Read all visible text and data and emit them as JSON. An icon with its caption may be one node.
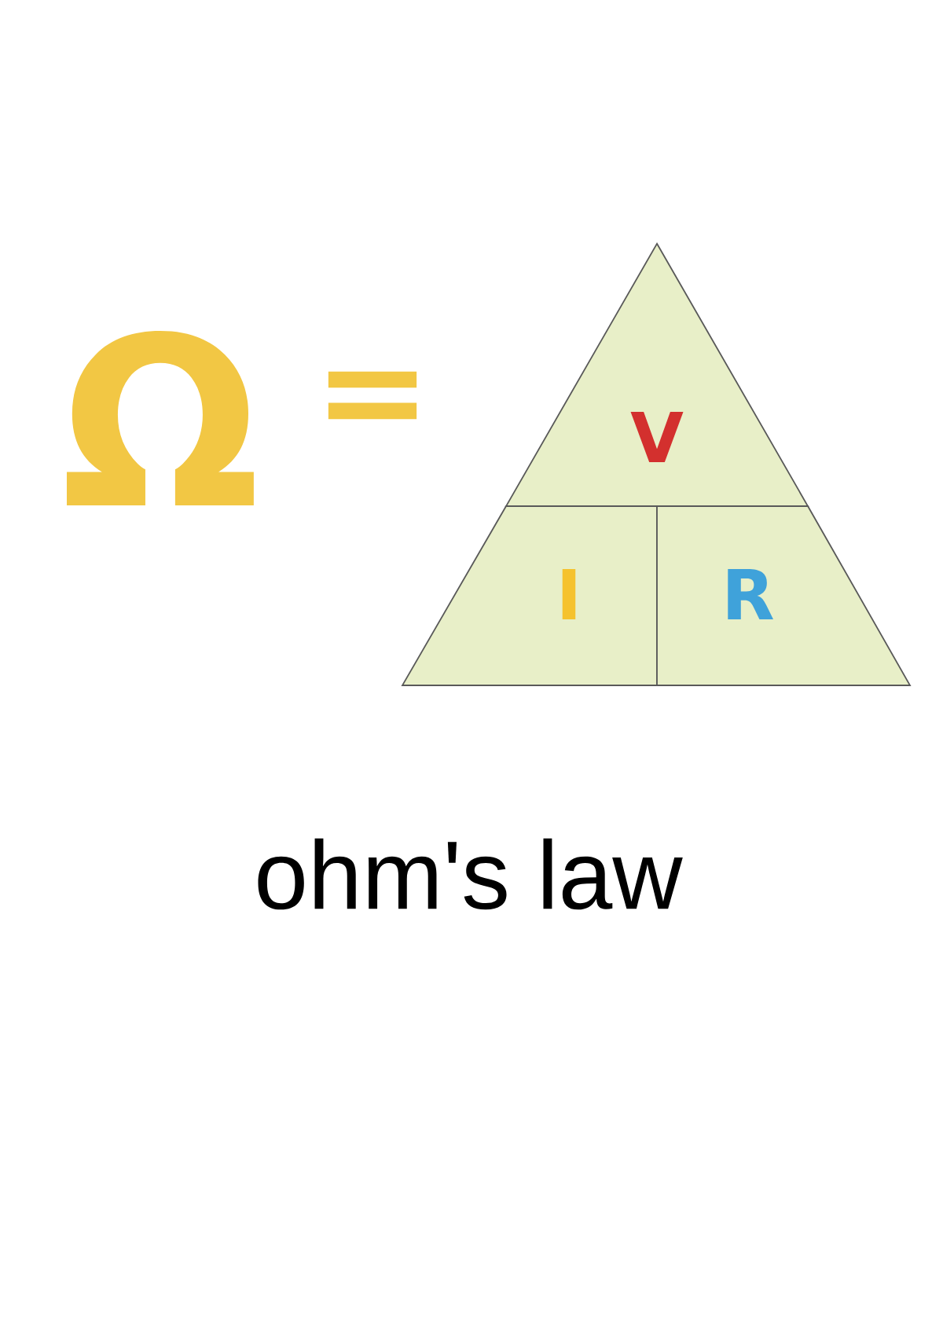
{
  "diagram": {
    "title": "ohm's law",
    "nodes": [
      {
        "text": [
          "V"
        ]
      },
      {
        "text": [
          "I"
        ]
      },
      {
        "text": [
          "R"
        ]
      }
    ],
    "labels": [
      "Ω",
      "="
    ]
  }
}
